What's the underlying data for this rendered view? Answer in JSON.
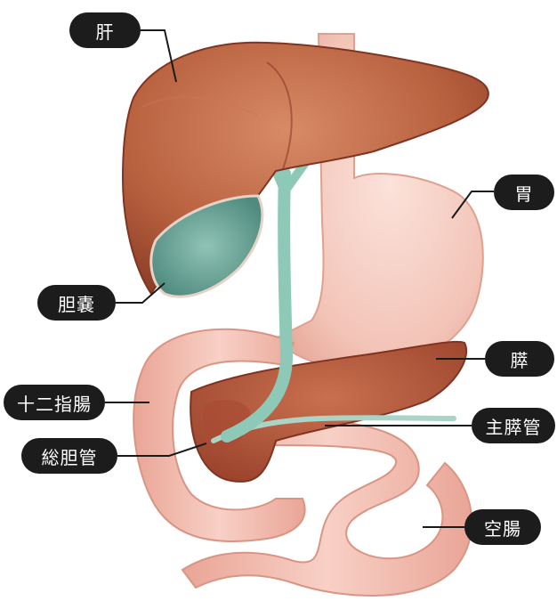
{
  "labels": {
    "liver": "肝",
    "stomach": "胃",
    "gallbladder": "胆嚢",
    "pancreas": "膵",
    "duodenum": "十二指腸",
    "main_pancreatic_duct": "主膵管",
    "common_bile_duct": "総胆管",
    "jejunum": "空腸"
  },
  "colors": {
    "liver": "#b8613f",
    "liver_dark": "#8e3f28",
    "gallbladder": "#6fa99c",
    "bile_duct": "#8ec9b8",
    "stomach": "#f2c3b7",
    "intestine": "#efb7ab",
    "pancreas": "#b0553e",
    "label_bg": "#1c1c1c",
    "label_text": "#ffffff"
  }
}
